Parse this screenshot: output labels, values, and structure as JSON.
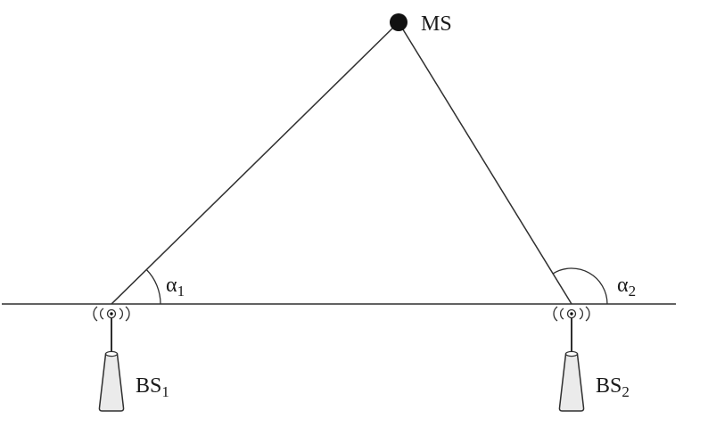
{
  "labels": {
    "ms": "MS",
    "alpha1": {
      "base": "α",
      "sub": "1"
    },
    "alpha2": {
      "base": "α",
      "sub": "2"
    },
    "bs1": {
      "base": "BS",
      "sub": "1"
    },
    "bs2": {
      "base": "BS",
      "sub": "2"
    }
  },
  "colors": {
    "stroke": "#2f2f2f",
    "node_fill": "#111111",
    "antenna_body": "#ebebeb",
    "background": "#ffffff"
  }
}
